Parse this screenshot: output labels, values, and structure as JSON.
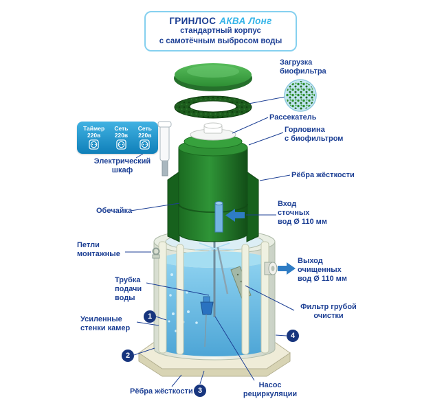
{
  "title": {
    "brand": "ГРИНЛОС",
    "model": "АКВА Лонг",
    "subtitle1": "стандартный корпус",
    "subtitle2": "с самотёчным выбросом воды"
  },
  "panel": {
    "items": [
      {
        "label": "Таймер",
        "voltage": "220в"
      },
      {
        "label": "Сеть",
        "voltage": "220в"
      },
      {
        "label": "Сеть",
        "voltage": "220в"
      }
    ]
  },
  "labels": {
    "biofilter_load": "Загрузка\nбиофильтра",
    "dissector": "Рассекатель",
    "neck": "Горловина\nс биофильтром",
    "ribs_right": "Рёбра жёсткости",
    "inlet": "Вход\nсточных\nвод Ø 110 мм",
    "loops": "Петли\nмонтажные",
    "outlet": "Выход\nочищенных\nвод Ø 110 мм",
    "tube": "Трубка\nподачи\nводы",
    "coarse_filter": "Фильтр грубой\nочистки",
    "walls": "Усиленные\nстенки камер",
    "ribs_bottom": "Рёбра жёсткости",
    "pump": "Насос\nрециркуляции",
    "shell": "Обечайка",
    "cabinet": "Электрический\nшкаф"
  },
  "markers": [
    "1",
    "2",
    "3",
    "4"
  ],
  "colors": {
    "label_text": "#1c3f94",
    "accent_cyan": "#35b4e8",
    "panel_blue": "#1180ba",
    "lid_green": "#3fae3f",
    "ring_green": "#1d5c1d",
    "water_blue": "#5fb6e0",
    "base_cream": "#efecd8",
    "flow_arrow_blue": "#2e7cc4"
  }
}
